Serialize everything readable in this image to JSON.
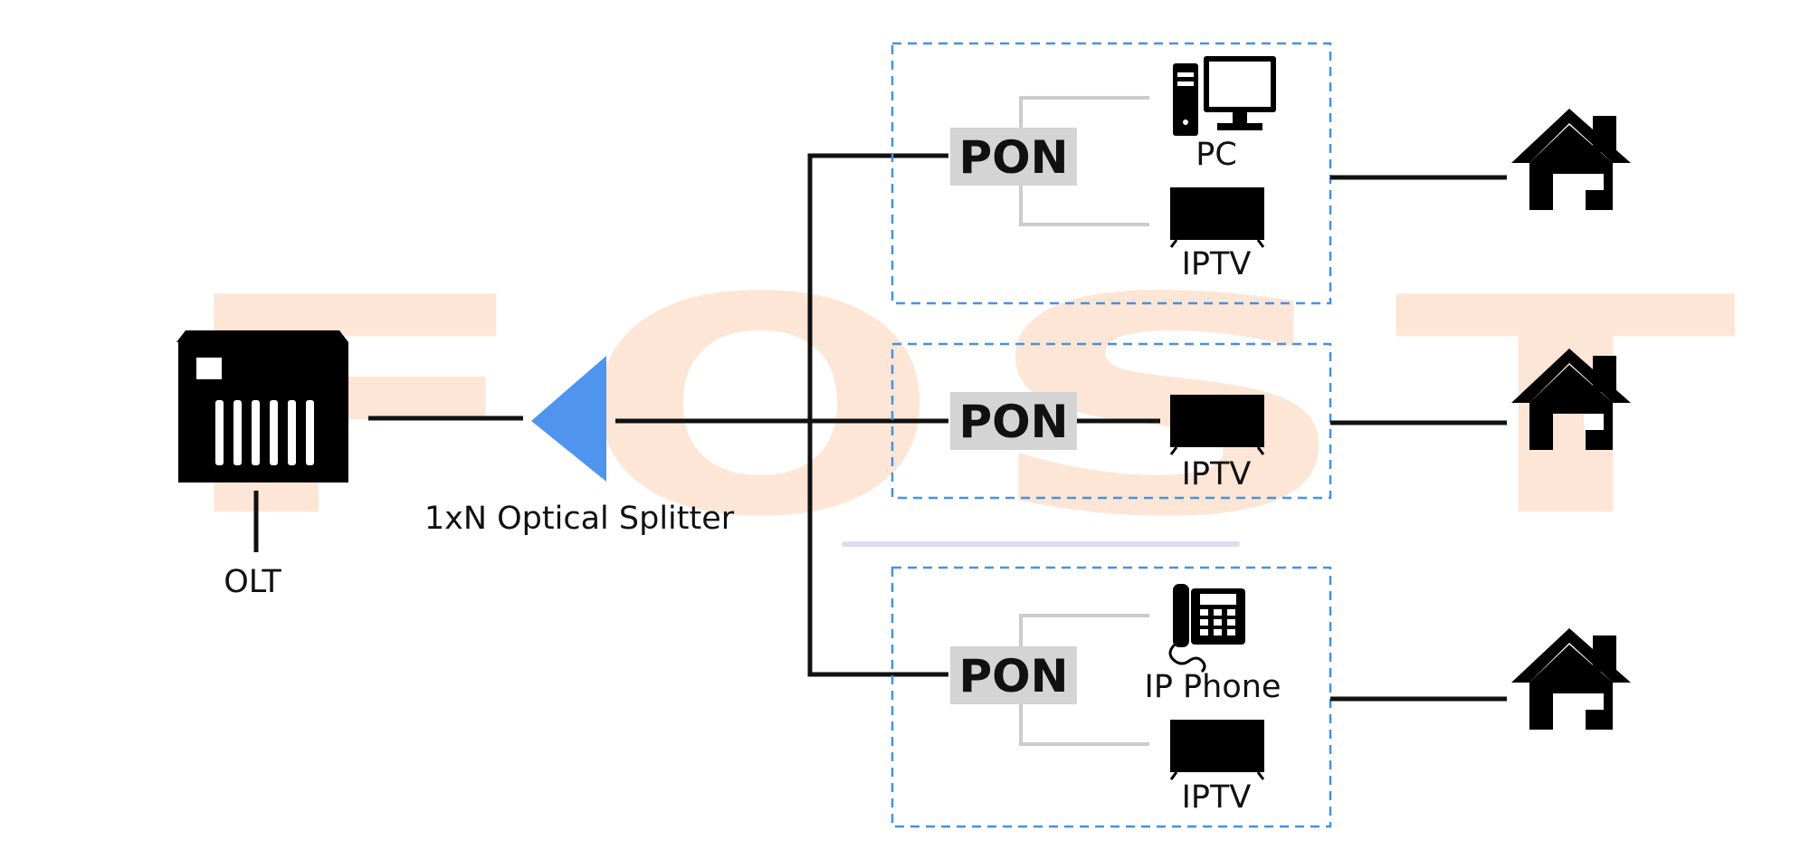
{
  "watermark": {
    "text": "FOST",
    "color": "#fde6d6"
  },
  "olt": {
    "label": "OLT"
  },
  "splitter": {
    "label": "1xN Optical Splitter",
    "color": "#4f95f0"
  },
  "groups": [
    {
      "pon_label": "PON",
      "devices": [
        {
          "label": "PC",
          "icon": "desktop-computer-icon"
        },
        {
          "label": "IPTV",
          "icon": "tv-icon"
        }
      ]
    },
    {
      "pon_label": "PON",
      "devices": [
        {
          "label": "IPTV",
          "icon": "tv-icon"
        }
      ]
    },
    {
      "pon_label": "PON",
      "devices": [
        {
          "label": "IP Phone",
          "icon": "desk-phone-icon"
        },
        {
          "label": "IPTV",
          "icon": "tv-icon"
        }
      ]
    }
  ],
  "colors": {
    "line": "#111111",
    "pon_box": "#d4d4d4",
    "branch_line": "#cccccc",
    "dashed_border": "#4a90e2"
  },
  "house_icon": "house-icon"
}
